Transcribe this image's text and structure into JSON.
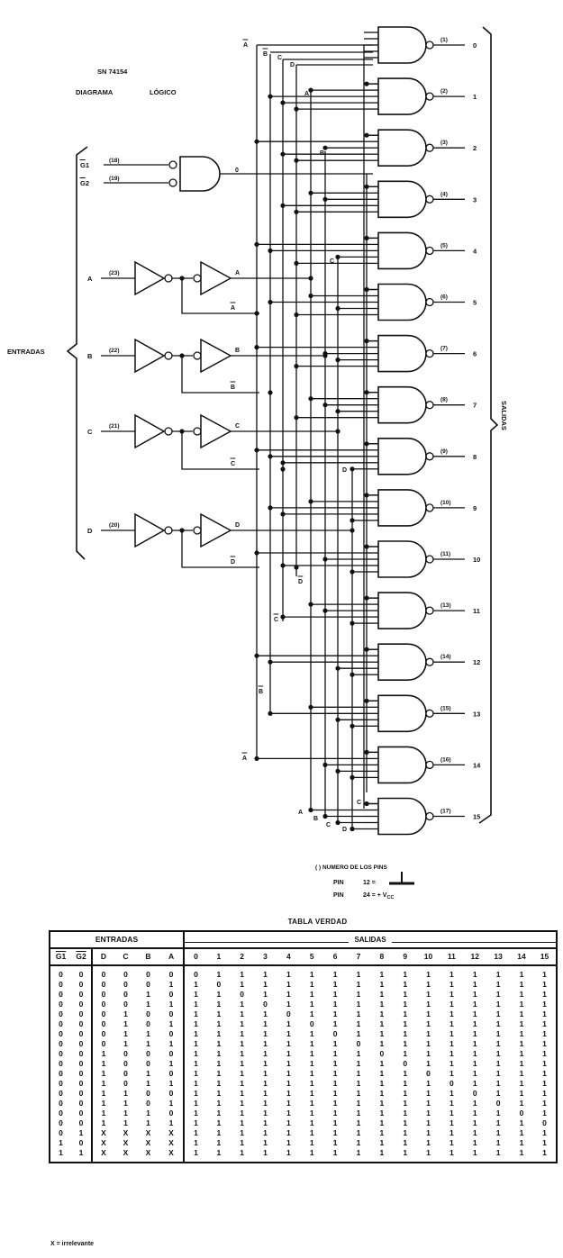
{
  "diagram": {
    "part_number": "SN 74154",
    "title_left": "DIAGRAMA",
    "title_right": "LÓGICO",
    "inputs_label": "ENTRADAS",
    "outputs_label": "SALIDAS",
    "gate_output_label": "0",
    "enable_inputs": [
      {
        "name": "G1",
        "pin": "(18)"
      },
      {
        "name": "G2",
        "pin": "(19)"
      }
    ],
    "data_inputs": [
      {
        "name": "A",
        "pin": "(23)"
      },
      {
        "name": "B",
        "pin": "(22)"
      },
      {
        "name": "C",
        "pin": "(21)"
      },
      {
        "name": "D",
        "pin": "(20)"
      }
    ],
    "bus_labels_inverted": [
      "A",
      "B",
      "C",
      "D"
    ],
    "bus_labels_true": [
      "A",
      "B",
      "C",
      "D"
    ],
    "outputs": [
      {
        "name": "0",
        "pin": "(1)"
      },
      {
        "name": "1",
        "pin": "(2)"
      },
      {
        "name": "2",
        "pin": "(3)"
      },
      {
        "name": "3",
        "pin": "(4)"
      },
      {
        "name": "4",
        "pin": "(5)"
      },
      {
        "name": "5",
        "pin": "(6)"
      },
      {
        "name": "6",
        "pin": "(7)"
      },
      {
        "name": "7",
        "pin": "(8)"
      },
      {
        "name": "8",
        "pin": "(9)"
      },
      {
        "name": "9",
        "pin": "(10)"
      },
      {
        "name": "10",
        "pin": "(11)"
      },
      {
        "name": "11",
        "pin": "(13)"
      },
      {
        "name": "12",
        "pin": "(14)"
      },
      {
        "name": "13",
        "pin": "(15)"
      },
      {
        "name": "14",
        "pin": "(16)"
      },
      {
        "name": "15",
        "pin": "(17)"
      }
    ],
    "pin_note": {
      "line1": "( ) NUMERO DE LOS PINS",
      "line2_prefix": "PIN",
      "line2_value": "12 =",
      "line3_prefix": "PIN",
      "line3_value": "24 = + V",
      "line3_sub": "CC"
    }
  },
  "truth_table": {
    "title": "TABLA VERDAD",
    "inputs_header": "ENTRADAS",
    "outputs_header": "SALIDAS",
    "input_columns": [
      "G1",
      "G2",
      "D",
      "C",
      "B",
      "A"
    ],
    "output_columns": [
      "0",
      "1",
      "2",
      "3",
      "4",
      "5",
      "6",
      "7",
      "8",
      "9",
      "10",
      "11",
      "12",
      "13",
      "14",
      "15"
    ],
    "rows": [
      {
        "in": [
          "0",
          "0",
          "0",
          "0",
          "0",
          "0"
        ],
        "out": [
          "0",
          "1",
          "1",
          "1",
          "1",
          "1",
          "1",
          "1",
          "1",
          "1",
          "1",
          "1",
          "1",
          "1",
          "1",
          "1"
        ]
      },
      {
        "in": [
          "0",
          "0",
          "0",
          "0",
          "0",
          "1"
        ],
        "out": [
          "1",
          "0",
          "1",
          "1",
          "1",
          "1",
          "1",
          "1",
          "1",
          "1",
          "1",
          "1",
          "1",
          "1",
          "1",
          "1"
        ]
      },
      {
        "in": [
          "0",
          "0",
          "0",
          "0",
          "1",
          "0"
        ],
        "out": [
          "1",
          "1",
          "0",
          "1",
          "1",
          "1",
          "1",
          "1",
          "1",
          "1",
          "1",
          "1",
          "1",
          "1",
          "1",
          "1"
        ]
      },
      {
        "in": [
          "0",
          "0",
          "0",
          "0",
          "1",
          "1"
        ],
        "out": [
          "1",
          "1",
          "1",
          "0",
          "1",
          "1",
          "1",
          "1",
          "1",
          "1",
          "1",
          "1",
          "1",
          "1",
          "1",
          "1"
        ]
      },
      {
        "in": [
          "0",
          "0",
          "0",
          "1",
          "0",
          "0"
        ],
        "out": [
          "1",
          "1",
          "1",
          "1",
          "0",
          "1",
          "1",
          "1",
          "1",
          "1",
          "1",
          "1",
          "1",
          "1",
          "1",
          "1"
        ]
      },
      {
        "in": [
          "0",
          "0",
          "0",
          "1",
          "0",
          "1"
        ],
        "out": [
          "1",
          "1",
          "1",
          "1",
          "1",
          "0",
          "1",
          "1",
          "1",
          "1",
          "1",
          "1",
          "1",
          "1",
          "1",
          "1"
        ]
      },
      {
        "in": [
          "0",
          "0",
          "0",
          "1",
          "1",
          "0"
        ],
        "out": [
          "1",
          "1",
          "1",
          "1",
          "1",
          "1",
          "0",
          "1",
          "1",
          "1",
          "1",
          "1",
          "1",
          "1",
          "1",
          "1"
        ]
      },
      {
        "in": [
          "0",
          "0",
          "0",
          "1",
          "1",
          "1"
        ],
        "out": [
          "1",
          "1",
          "1",
          "1",
          "1",
          "1",
          "1",
          "0",
          "1",
          "1",
          "1",
          "1",
          "1",
          "1",
          "1",
          "1"
        ]
      },
      {
        "in": [
          "0",
          "0",
          "1",
          "0",
          "0",
          "0"
        ],
        "out": [
          "1",
          "1",
          "1",
          "1",
          "1",
          "1",
          "1",
          "1",
          "0",
          "1",
          "1",
          "1",
          "1",
          "1",
          "1",
          "1"
        ]
      },
      {
        "in": [
          "0",
          "0",
          "1",
          "0",
          "0",
          "1"
        ],
        "out": [
          "1",
          "1",
          "1",
          "1",
          "1",
          "1",
          "1",
          "1",
          "1",
          "0",
          "1",
          "1",
          "1",
          "1",
          "1",
          "1"
        ]
      },
      {
        "in": [
          "0",
          "0",
          "1",
          "0",
          "1",
          "0"
        ],
        "out": [
          "1",
          "1",
          "1",
          "1",
          "1",
          "1",
          "1",
          "1",
          "1",
          "1",
          "0",
          "1",
          "1",
          "1",
          "1",
          "1"
        ]
      },
      {
        "in": [
          "0",
          "0",
          "1",
          "0",
          "1",
          "1"
        ],
        "out": [
          "1",
          "1",
          "1",
          "1",
          "1",
          "1",
          "1",
          "1",
          "1",
          "1",
          "1",
          "0",
          "1",
          "1",
          "1",
          "1"
        ]
      },
      {
        "in": [
          "0",
          "0",
          "1",
          "1",
          "0",
          "0"
        ],
        "out": [
          "1",
          "1",
          "1",
          "1",
          "1",
          "1",
          "1",
          "1",
          "1",
          "1",
          "1",
          "1",
          "0",
          "1",
          "1",
          "1"
        ]
      },
      {
        "in": [
          "0",
          "0",
          "1",
          "1",
          "0",
          "1"
        ],
        "out": [
          "1",
          "1",
          "1",
          "1",
          "1",
          "1",
          "1",
          "1",
          "1",
          "1",
          "1",
          "1",
          "1",
          "0",
          "1",
          "1"
        ]
      },
      {
        "in": [
          "0",
          "0",
          "1",
          "1",
          "1",
          "0"
        ],
        "out": [
          "1",
          "1",
          "1",
          "1",
          "1",
          "1",
          "1",
          "1",
          "1",
          "1",
          "1",
          "1",
          "1",
          "1",
          "0",
          "1"
        ]
      },
      {
        "in": [
          "0",
          "0",
          "1",
          "1",
          "1",
          "1"
        ],
        "out": [
          "1",
          "1",
          "1",
          "1",
          "1",
          "1",
          "1",
          "1",
          "1",
          "1",
          "1",
          "1",
          "1",
          "1",
          "1",
          "0"
        ]
      },
      {
        "in": [
          "0",
          "1",
          "X",
          "X",
          "X",
          "X"
        ],
        "out": [
          "1",
          "1",
          "1",
          "1",
          "1",
          "1",
          "1",
          "1",
          "1",
          "1",
          "1",
          "1",
          "1",
          "1",
          "1",
          "1"
        ]
      },
      {
        "in": [
          "1",
          "0",
          "X",
          "X",
          "X",
          "X"
        ],
        "out": [
          "1",
          "1",
          "1",
          "1",
          "1",
          "1",
          "1",
          "1",
          "1",
          "1",
          "1",
          "1",
          "1",
          "1",
          "1",
          "1"
        ]
      },
      {
        "in": [
          "1",
          "1",
          "X",
          "X",
          "X",
          "X"
        ],
        "out": [
          "1",
          "1",
          "1",
          "1",
          "1",
          "1",
          "1",
          "1",
          "1",
          "1",
          "1",
          "1",
          "1",
          "1",
          "1",
          "1"
        ]
      }
    ],
    "footnote": "X = irrelevante"
  }
}
